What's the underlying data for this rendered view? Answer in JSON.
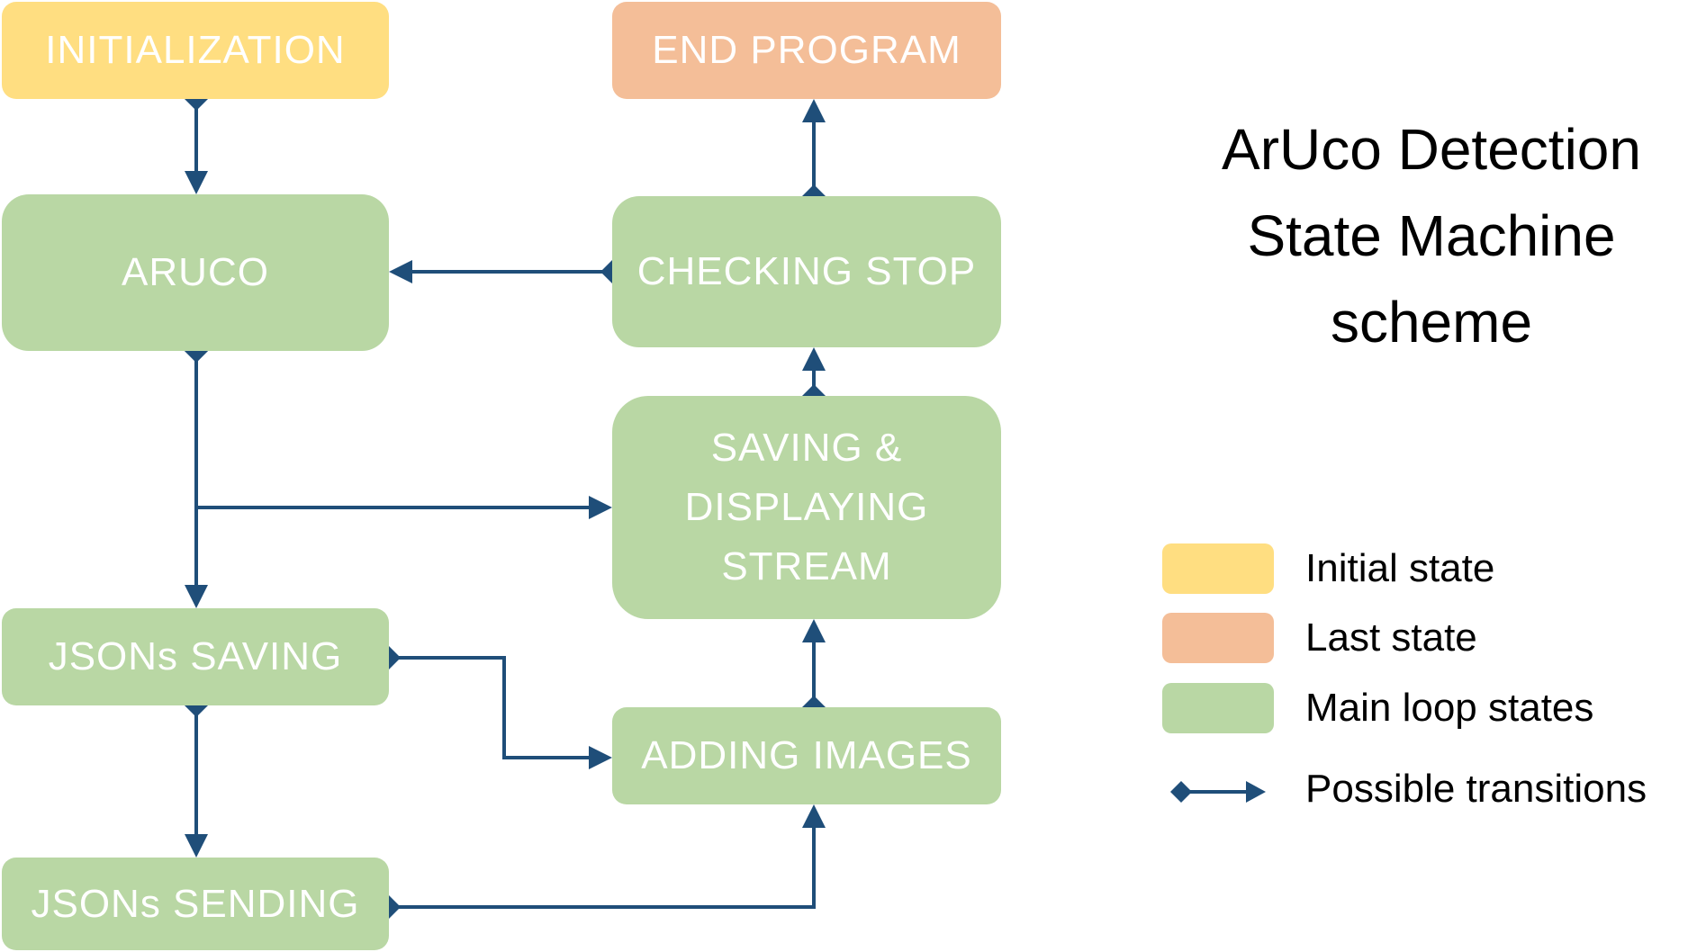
{
  "title": "ArUco Detection\nState Machine\nscheme",
  "colors": {
    "initial": "#FFDE81",
    "last": "#F4BE98",
    "main": "#B9D7A4",
    "edge": "#1F4E79",
    "node_text": "#FFFFFF"
  },
  "nodes": [
    {
      "id": "initialization",
      "label": "INITIALIZATION",
      "kind": "initial"
    },
    {
      "id": "end-program",
      "label": "END PROGRAM",
      "kind": "last"
    },
    {
      "id": "aruco",
      "label": "ARUCO",
      "kind": "main"
    },
    {
      "id": "checking-stop",
      "label": "CHECKING STOP",
      "kind": "main"
    },
    {
      "id": "saving-displaying-stream",
      "label": "SAVING &\nDISPLAYING\nSTREAM",
      "kind": "main"
    },
    {
      "id": "jsons-saving",
      "label": "JSONs SAVING",
      "kind": "main"
    },
    {
      "id": "adding-images",
      "label": "ADDING IMAGES",
      "kind": "main"
    },
    {
      "id": "jsons-sending",
      "label": "JSONs SENDING",
      "kind": "main"
    }
  ],
  "edges": [
    {
      "from": "initialization",
      "to": "aruco"
    },
    {
      "from": "checking-stop",
      "to": "end-program"
    },
    {
      "from": "checking-stop",
      "to": "aruco"
    },
    {
      "from": "saving-displaying-stream",
      "to": "checking-stop"
    },
    {
      "from": "aruco",
      "to": "saving-displaying-stream"
    },
    {
      "from": "aruco",
      "to": "jsons-saving"
    },
    {
      "from": "jsons-saving",
      "to": "adding-images"
    },
    {
      "from": "adding-images",
      "to": "saving-displaying-stream"
    },
    {
      "from": "jsons-saving",
      "to": "jsons-sending"
    },
    {
      "from": "jsons-sending",
      "to": "adding-images"
    }
  ],
  "legend": [
    {
      "label": "Initial state",
      "kind": "initial"
    },
    {
      "label": "Last state",
      "kind": "last"
    },
    {
      "label": "Main loop states",
      "kind": "main"
    },
    {
      "label": "Possible transitions",
      "kind": "transition"
    }
  ]
}
